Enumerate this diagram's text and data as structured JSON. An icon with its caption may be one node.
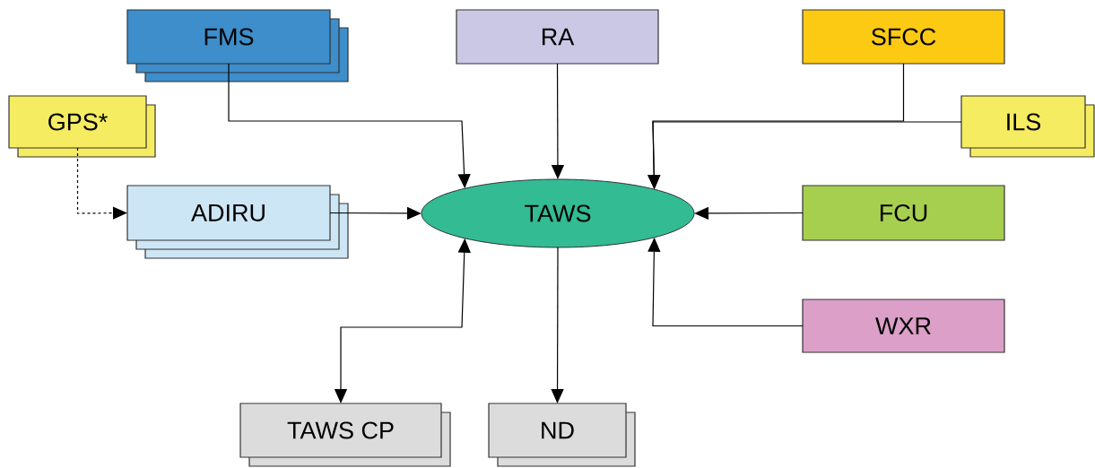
{
  "diagram": {
    "nodes": [
      {
        "text": [
          "FMS"
        ]
      },
      {
        "text": [
          "RA"
        ]
      },
      {
        "text": [
          "SFCC"
        ]
      },
      {
        "text": [
          "GPS*"
        ]
      },
      {
        "text": [
          "ILS"
        ]
      },
      {
        "text": [
          "ADIRU"
        ]
      },
      {
        "text": [
          "TAWS"
        ]
      },
      {
        "text": [
          "FCU"
        ]
      },
      {
        "text": [
          "WXR"
        ]
      },
      {
        "text": [
          "TAWS CP"
        ]
      },
      {
        "text": [
          "ND"
        ]
      }
    ],
    "edges": [
      {
        "from": 0,
        "to": 6,
        "arrow": "to"
      },
      {
        "from": 1,
        "to": 6,
        "arrow": "to"
      },
      {
        "from": 2,
        "to": 6,
        "arrow": "to"
      },
      {
        "from": 4,
        "to": 6,
        "arrow": "to"
      },
      {
        "from": 3,
        "to": 5,
        "arrow": "to",
        "style": "dashed"
      },
      {
        "from": 5,
        "to": 6,
        "arrow": "to"
      },
      {
        "from": 7,
        "to": 6,
        "arrow": "to"
      },
      {
        "from": 8,
        "to": 6,
        "arrow": "to"
      },
      {
        "from": 9,
        "to": 6,
        "arrow": "both"
      },
      {
        "from": 6,
        "to": 10,
        "arrow": "to"
      }
    ]
  }
}
